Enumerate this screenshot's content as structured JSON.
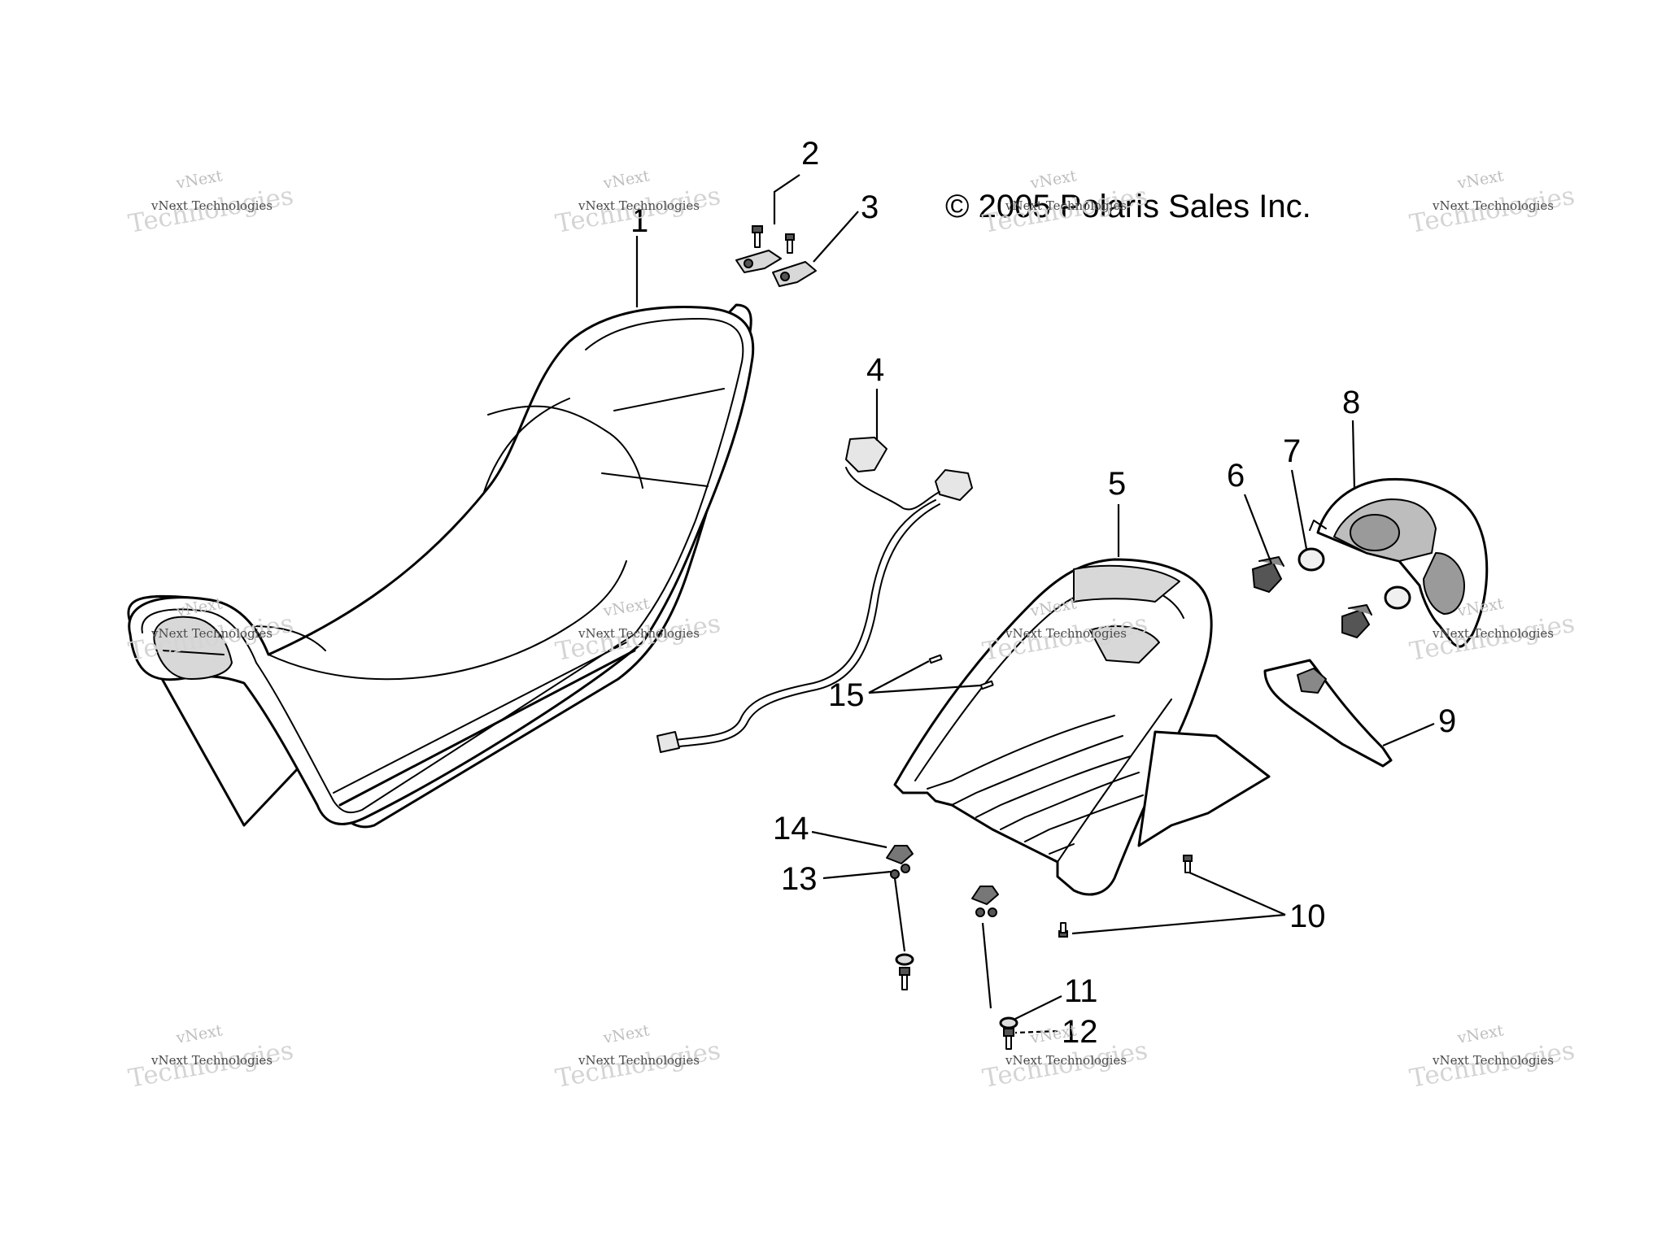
{
  "copyright": "© 2005 Polaris Sales Inc.",
  "watermark": {
    "line1": "vNext",
    "line2": "vNext Technologies",
    "line3": "Technologies"
  },
  "callouts": [
    {
      "id": "1",
      "label": "1"
    },
    {
      "id": "2",
      "label": "2"
    },
    {
      "id": "3",
      "label": "3"
    },
    {
      "id": "4",
      "label": "4"
    },
    {
      "id": "5",
      "label": "5"
    },
    {
      "id": "6",
      "label": "6"
    },
    {
      "id": "7",
      "label": "7"
    },
    {
      "id": "8",
      "label": "8"
    },
    {
      "id": "9",
      "label": "9"
    },
    {
      "id": "10",
      "label": "10"
    },
    {
      "id": "11",
      "label": "11"
    },
    {
      "id": "12",
      "label": "12"
    },
    {
      "id": "13",
      "label": "13"
    },
    {
      "id": "14",
      "label": "14"
    },
    {
      "id": "15",
      "label": "15"
    }
  ]
}
